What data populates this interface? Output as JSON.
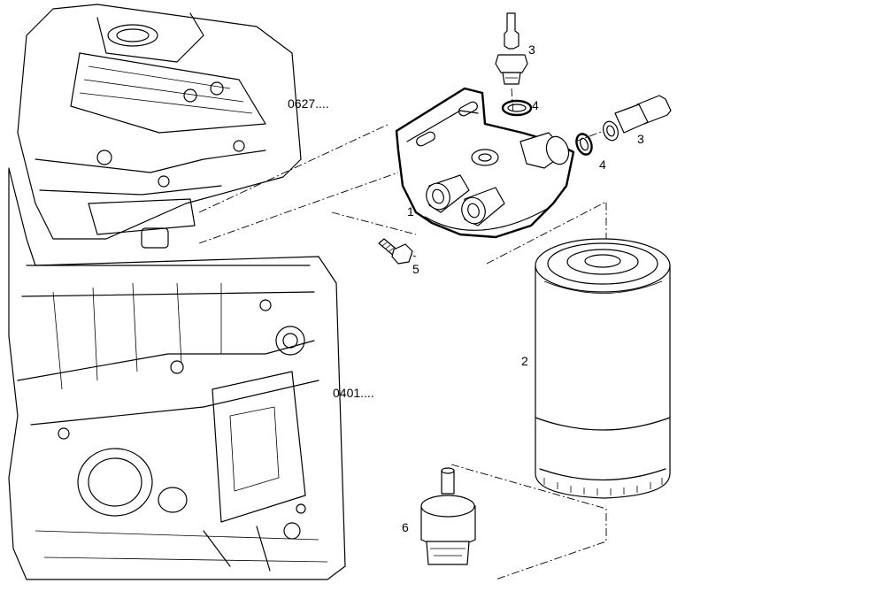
{
  "callouts": {
    "filter_head": "1",
    "filter_cartridge": "2",
    "fitting_top": "3",
    "fitting_right": "3",
    "seal_top": "4",
    "seal_right": "4",
    "bolt": "5",
    "sensor": "6"
  },
  "references": {
    "cylinder_head": "0627....",
    "engine_block": "0401...."
  },
  "colors": {
    "line": "#000000",
    "background": "#ffffff"
  }
}
